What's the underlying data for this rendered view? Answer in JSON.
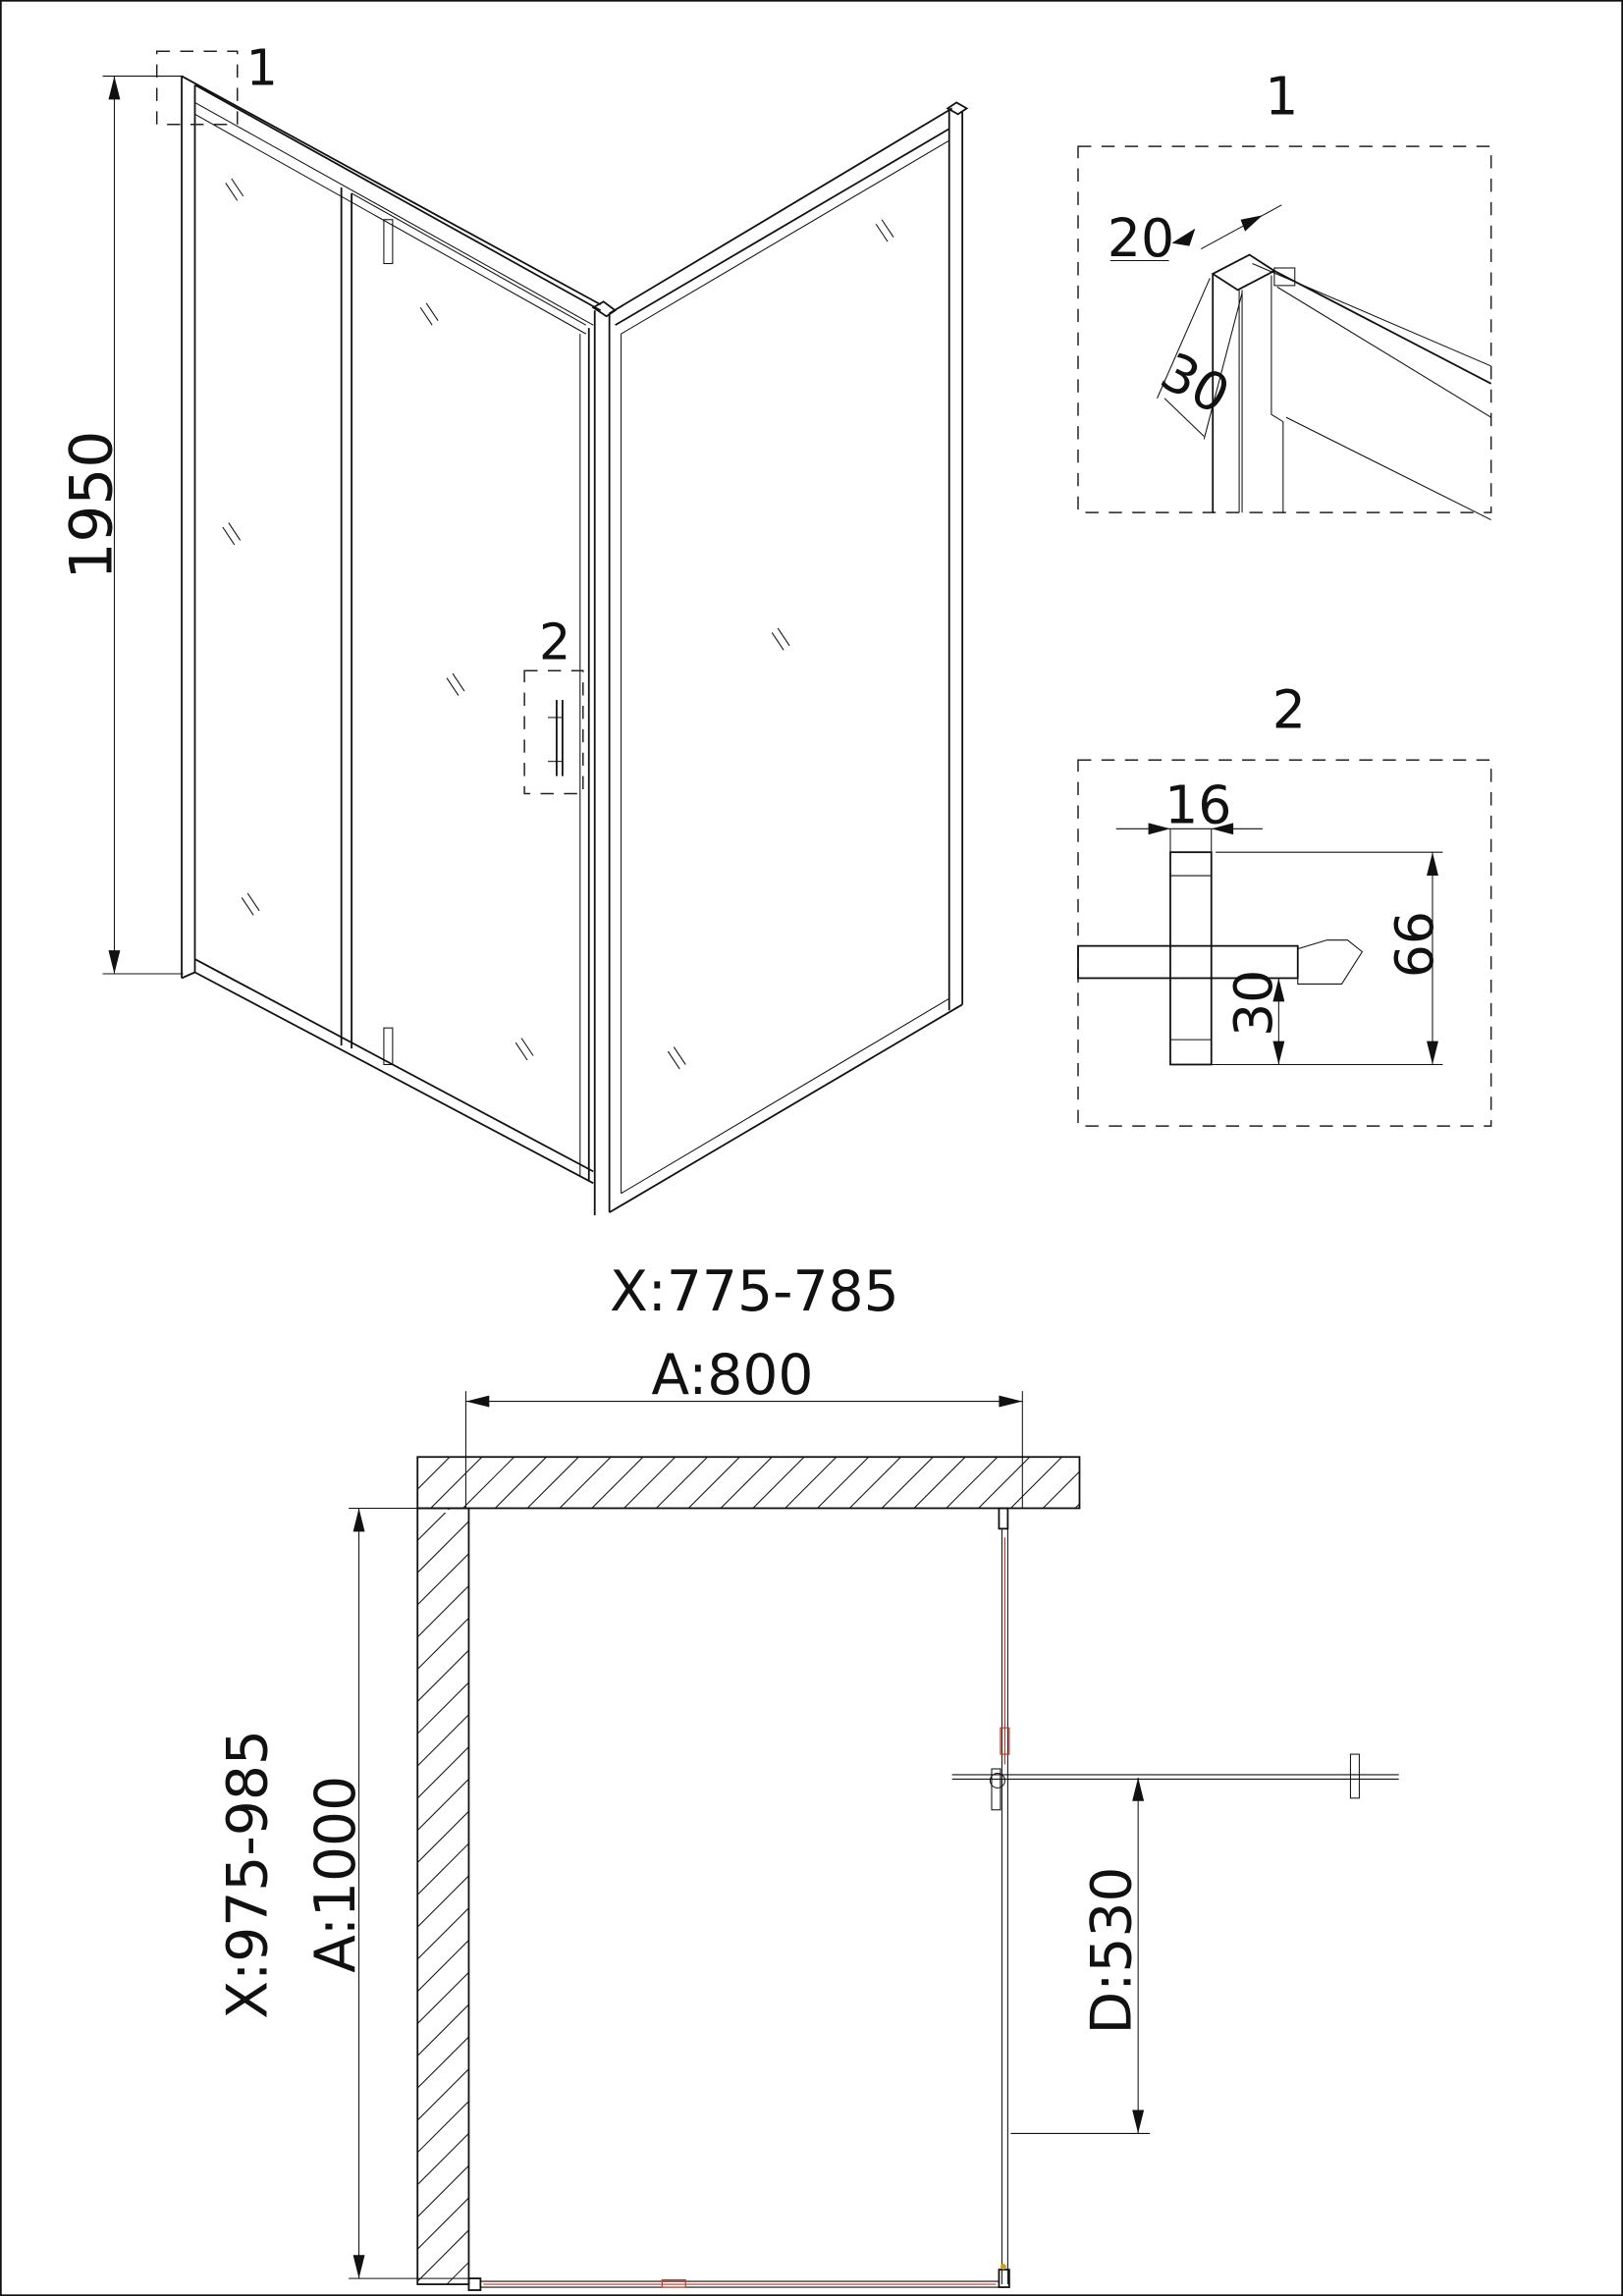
{
  "iso_view": {
    "height_dim": "1950",
    "callout_1": "1",
    "callout_2": "2"
  },
  "detail_1": {
    "title": "1",
    "dim_width": "20",
    "dim_depth": "30"
  },
  "detail_2": {
    "title": "2",
    "dim_width": "16",
    "dim_height": "66",
    "dim_offset": "30"
  },
  "plan_view": {
    "x_range_width": "X:775-785",
    "a_width": "A:800",
    "x_range_depth": "X:975-985",
    "a_depth": "A:1000",
    "d_door": "D:530"
  },
  "colors": {
    "line": "#111111",
    "seal": "#c0392b"
  }
}
